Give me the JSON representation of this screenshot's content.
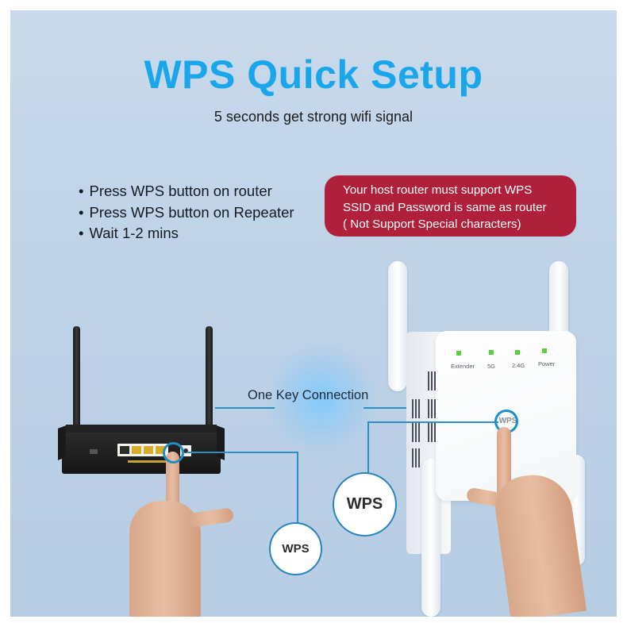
{
  "header": {
    "title": "WPS Quick Setup",
    "subtitle": "5 seconds get strong wifi signal"
  },
  "steps": [
    "Press WPS button on router",
    "Press WPS button on Repeater",
    "Wait 1-2 mins"
  ],
  "notice": {
    "lines": [
      "Your host router must support WPS",
      "SSID and Password is same as router",
      "( Not Support Special characters)"
    ],
    "background_color": "#b0203a"
  },
  "connection": {
    "label": "One Key Connection"
  },
  "router": {
    "wps_callout": "WPS"
  },
  "repeater": {
    "wps_callout": "WPS",
    "button_label": "WPS",
    "indicators": [
      {
        "label": "Extender",
        "color": "#55d23a"
      },
      {
        "label": "5G",
        "color": "#55d23a"
      },
      {
        "label": "2.4G",
        "color": "#55d23a"
      },
      {
        "label": "Power",
        "color": "#55d23a"
      }
    ]
  },
  "colors": {
    "title": "#1aa6ea",
    "accent_line": "#2a8fc4",
    "background": "#c3d6ea"
  }
}
